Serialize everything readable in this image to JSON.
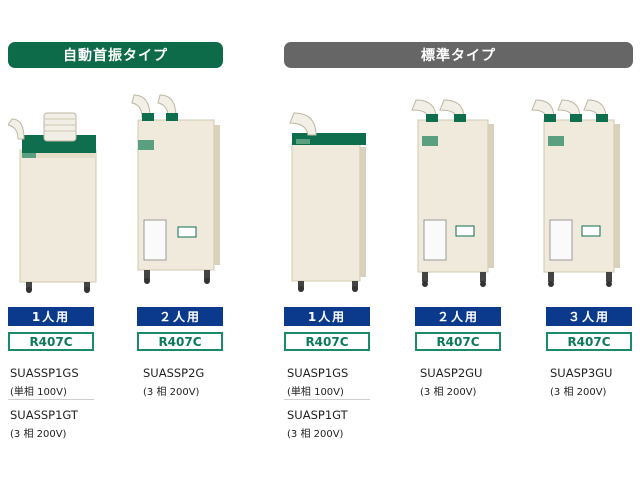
{
  "groups": {
    "auto": {
      "label": "自動首振タイプ"
    },
    "standard": {
      "label": "標準タイプ"
    }
  },
  "colors": {
    "auto_header": "#0d6b4a",
    "standard_header": "#666666",
    "capacity_badge": "#0b3a8c",
    "refrigerant_border": "#1a8a6a",
    "unit_body": "#efeadb"
  },
  "products": [
    {
      "capacity": "1人用",
      "refrigerant": "R407C",
      "model1": "SUASSP1GS",
      "spec1": "(単相 100V)",
      "model2": "SUASSP1GT",
      "spec2": "(3 相 200V)"
    },
    {
      "capacity": "２人用",
      "refrigerant": "R407C",
      "model1": "SUASSP2G",
      "spec1": "(3 相 200V)"
    },
    {
      "capacity": "1人用",
      "refrigerant": "R407C",
      "model1": "SUASP1GS",
      "spec1": "(単相 100V)",
      "model2": "SUASP1GT",
      "spec2": "(3 相 200V)"
    },
    {
      "capacity": "２人用",
      "refrigerant": "R407C",
      "model1": "SUASP2GU",
      "spec1": "(3 相 200V)"
    },
    {
      "capacity": "３人用",
      "refrigerant": "R407C",
      "model1": "SUASP3GU",
      "spec1": "(3 相 200V)"
    }
  ]
}
